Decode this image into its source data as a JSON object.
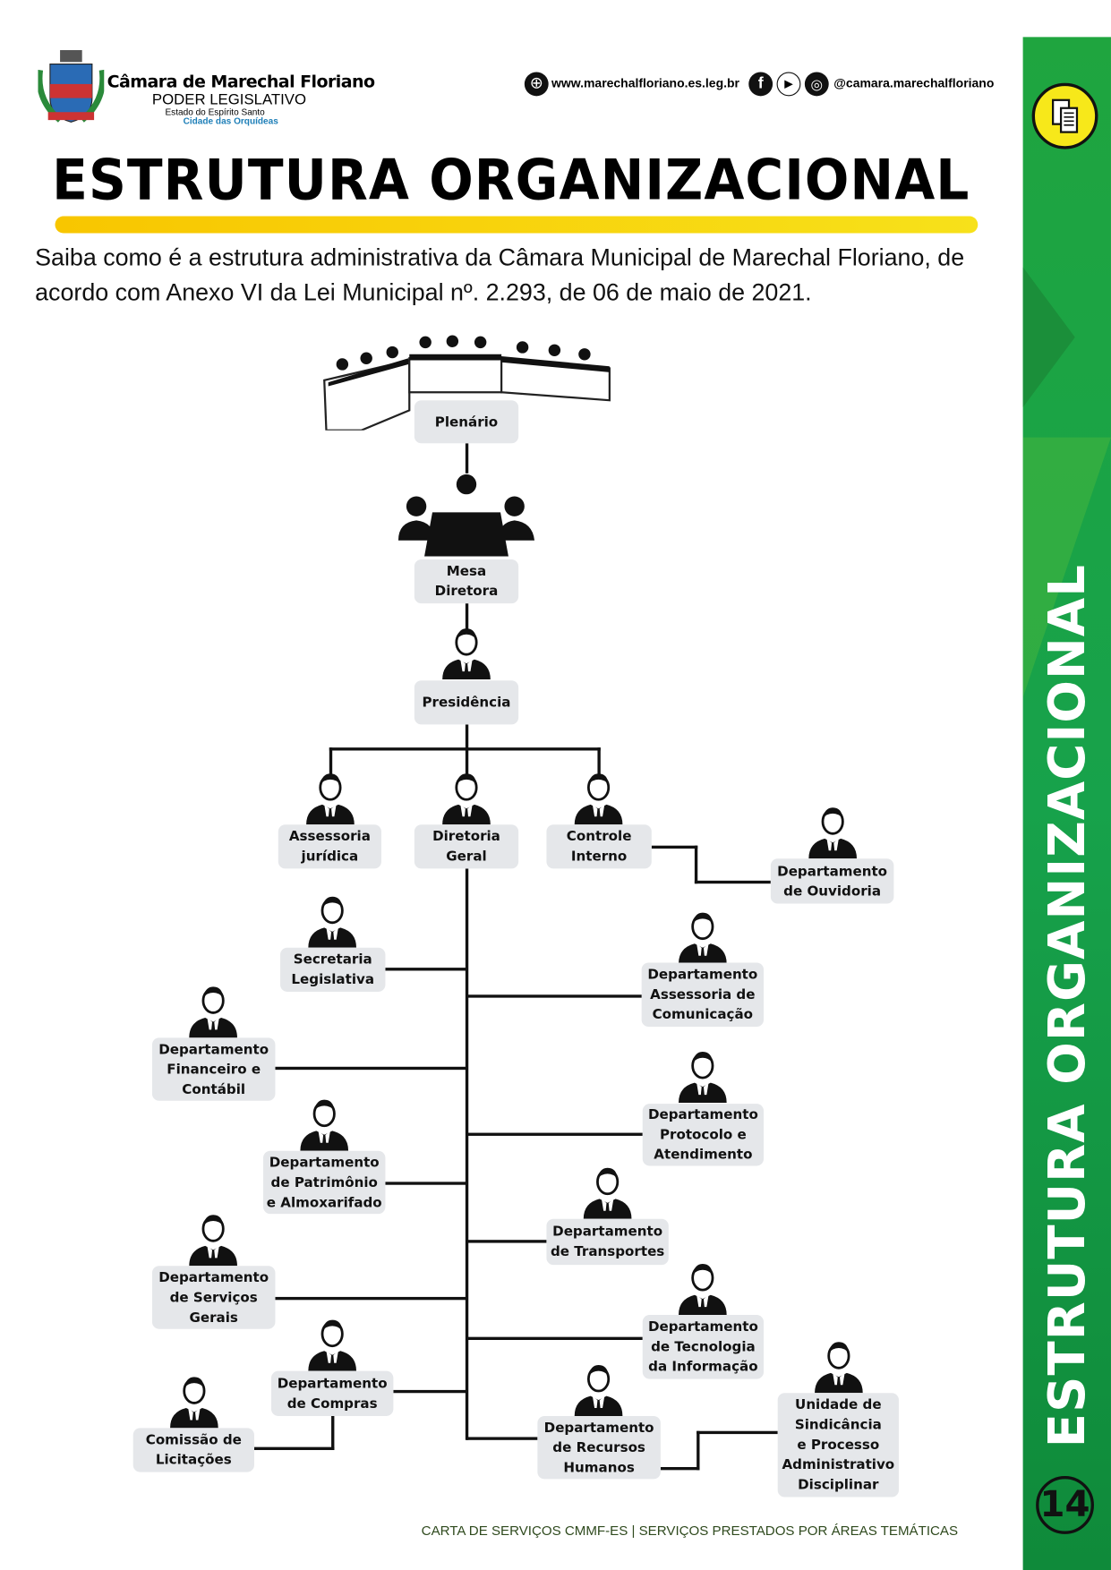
{
  "header": {
    "org_name": "Câmara de Marechal Floriano",
    "branch": "PODER LEGISLATIVO",
    "state": "Estado do Espírito Santo",
    "slogan": "Cidade das Orquídeas",
    "website": "www.marechalfloriano.es.leg.br",
    "social_handle": "@camara.marechalfloriano"
  },
  "title": "ESTRUTURA ORGANIZACIONAL",
  "intro": "Saiba como é a estrutura administrativa da Câmara Municipal de Marechal Floriano, de acordo com Anexo VI da Lei Municipal nº. 2.293, de 06 de maio de 2021.",
  "org": {
    "plenario": "Plenário",
    "mesa": "Mesa\nDiretora",
    "presidencia": "Presidência",
    "assessoria_juridica": "Assessoria\njurídica",
    "diretoria_geral": "Diretoria\nGeral",
    "controle_interno": "Controle\nInterno",
    "ouvidoria": "Departamento\nde Ouvidoria",
    "secretaria": "Secretaria\nLegislativa",
    "comunicacao": "Departamento\nAssessoria de\nComunicação",
    "financeiro": "Departamento\nFinanceiro e\nContábil",
    "protocolo": "Departamento\nProtocolo e\nAtendimento",
    "patrimonio": "Departamento\nde Patrimônio\ne Almoxarifado",
    "transportes": "Departamento\nde Transportes",
    "servicos": "Departamento\nde Serviços\nGerais",
    "ti": "Departamento\nde Tecnologia\nda Informação",
    "compras": "Departamento\nde Compras",
    "licitacoes": "Comissão de\nLicitações",
    "rh": "Departamento\nde Recursos\nHumanos",
    "sindicancia": "Unidade de\nSindicância\ne Processo\nAdministrativo\nDisciplinar"
  },
  "sidebar": {
    "title": "ESTRUTURA ORGANIZACIONAL",
    "page_number": "14"
  },
  "footer": "CARTA DE SERVIÇOS CMMF-ES | SERVIÇOS PRESTADOS POR ÁREAS TEMÁTICAS",
  "colors": {
    "green": "#17a24b",
    "yellow": "#f7e11a",
    "box": "#e5e7ea"
  }
}
